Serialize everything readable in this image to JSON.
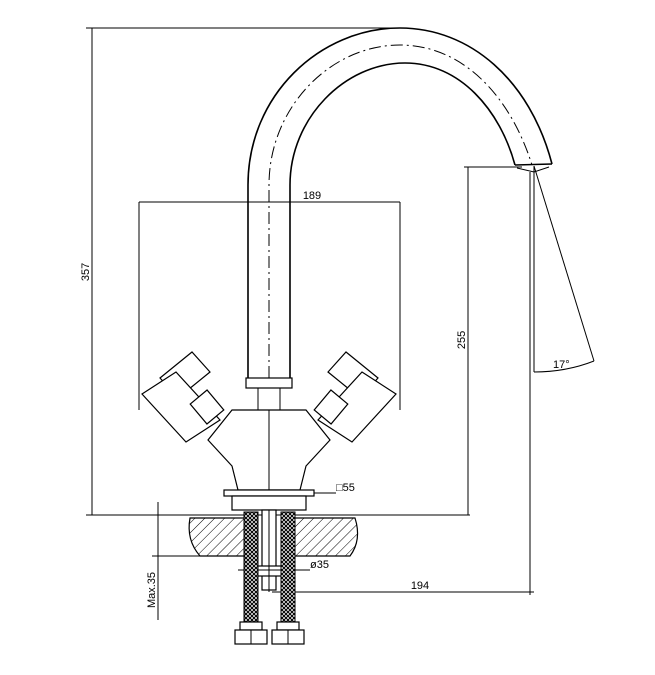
{
  "dimensions": {
    "total_height": "357",
    "spread_width": "189",
    "spout_height": "255",
    "spout_angle": "17°",
    "base_square": "□55",
    "hole_diameter": "ø35",
    "reach": "194",
    "max_thickness": "Max.35"
  },
  "colors": {
    "line": "#000000",
    "background": "#ffffff"
  }
}
